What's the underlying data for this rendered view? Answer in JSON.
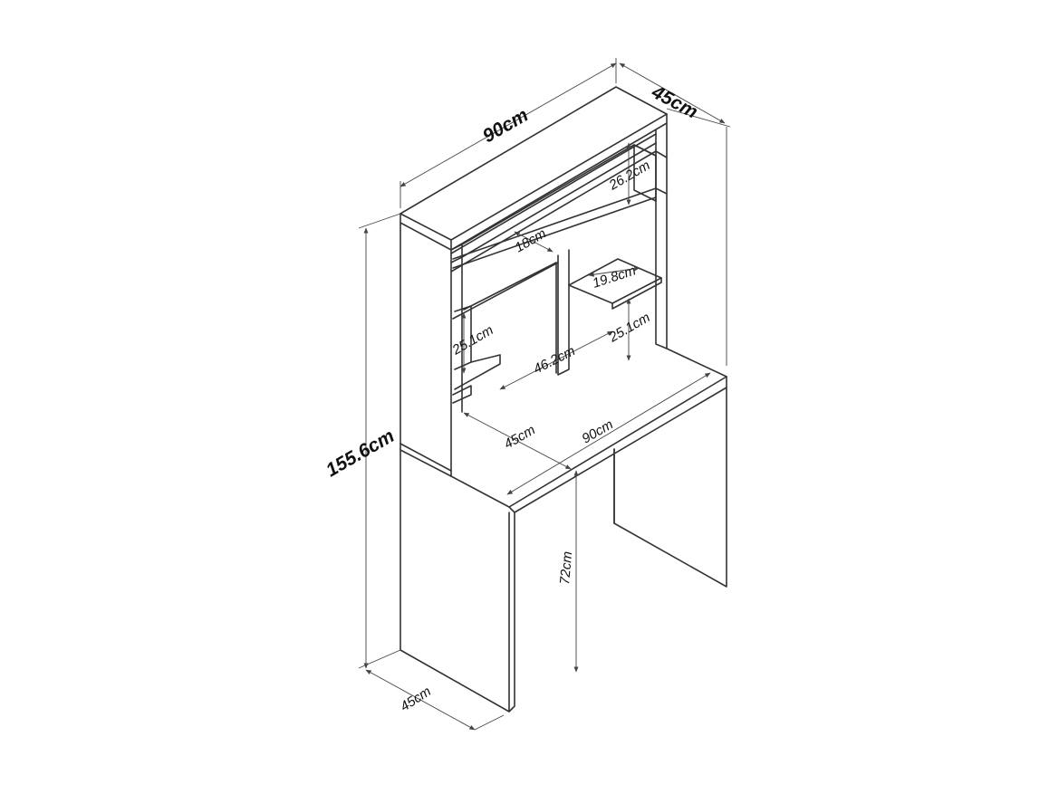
{
  "dimensions": {
    "top_width": "90cm",
    "top_depth": "45cm",
    "total_height": "155.6cm",
    "upper_shelf_height": "26.2cm",
    "inner_shelf_depth": "18cm",
    "small_shelf": "19.8cm",
    "left_compartment_height": "25.1cm",
    "right_compartment_height": "25.1cm",
    "inner_width": "46.2cm",
    "desk_depth": "45cm",
    "desk_width": "90cm",
    "desk_height": "72cm",
    "base_depth": "45cm"
  },
  "colors": {
    "line": "#333333",
    "text": "#111111",
    "background": "#ffffff"
  }
}
